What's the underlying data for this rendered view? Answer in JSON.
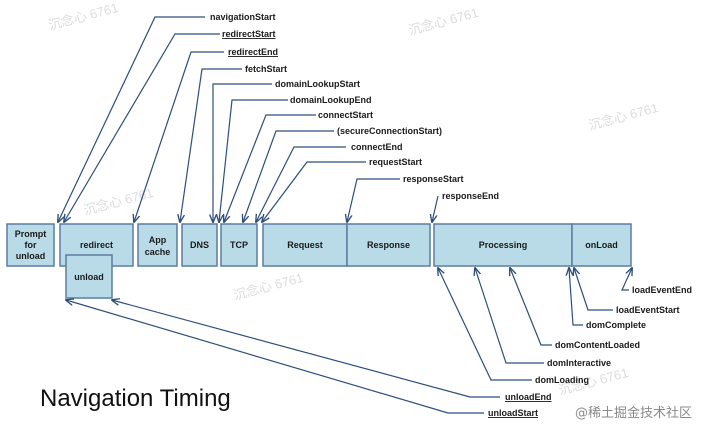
{
  "title": "Navigation Timing",
  "colors": {
    "box_fill": "#b9dbe7",
    "box_stroke": "#5a7da0",
    "connector": "#2d4f7c"
  },
  "phases": {
    "prompt": [
      "Prompt",
      "for",
      "unload"
    ],
    "redirect": [
      "redirect"
    ],
    "unload": [
      "unload"
    ],
    "appcache": [
      "App",
      "cache"
    ],
    "dns": [
      "DNS"
    ],
    "tcp": [
      "TCP"
    ],
    "request": [
      "Request"
    ],
    "response": [
      "Response"
    ],
    "processing": [
      "Processing"
    ],
    "onload": [
      "onLoad"
    ]
  },
  "events": {
    "navigationStart": "navigationStart",
    "redirectStart": "redirectStart",
    "redirectEnd": "redirectEnd",
    "fetchStart": "fetchStart",
    "domainLookupStart": "domainLookupStart",
    "domainLookupEnd": "domainLookupEnd",
    "connectStart": "connectStart",
    "secureConnectionStart": "(secureConnectionStart)",
    "connectEnd": "connectEnd",
    "requestStart": "requestStart",
    "responseStart": "responseStart",
    "responseEnd": "responseEnd",
    "loadEventEnd": "loadEventEnd",
    "loadEventStart": "loadEventStart",
    "domComplete": "domComplete",
    "domContentLoaded": "domContentLoaded",
    "domInteractive": "domInteractive",
    "domLoading": "domLoading",
    "unloadEnd": "unloadEnd",
    "unloadStart": "unloadStart"
  },
  "watermarks": [
    "沉念心 6761",
    "沉念心 6761",
    "沉念心 6761",
    "沉念心 6761",
    "沉念心 6761",
    "沉念心 6761"
  ],
  "credit": "@稀土掘金技术社区"
}
